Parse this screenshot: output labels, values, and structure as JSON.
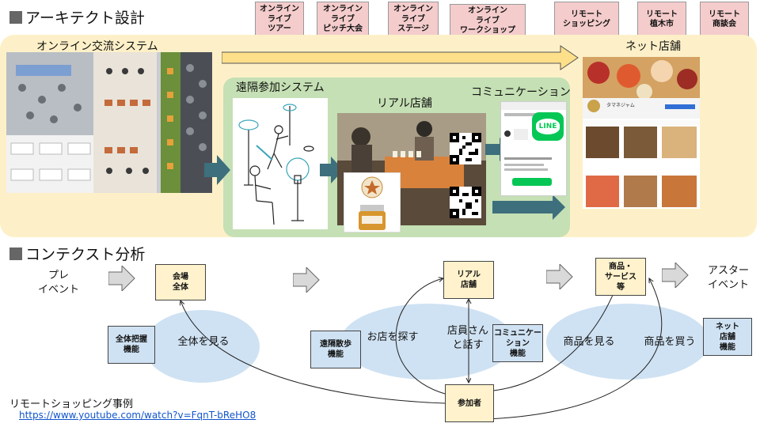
{
  "architecture": {
    "title": "アーキテクト設計",
    "top_labels": [
      "オンライン\nライブ\nツアー",
      "オンライン\nライブ\nピッチ大会",
      "オンライン\nライブ\nステージ",
      "オンライン\nライブ\nワークショップ",
      "リモート\nショッピング",
      "リモート\n植木市",
      "リモート\n商談会"
    ],
    "online_system": "オンライン交流システム",
    "remote_system": "遠隔参加システム",
    "real_store": "リアル店舗",
    "communication": "コミュニケーション",
    "net_store": "ネット店舗",
    "line_label": "LINE",
    "store_name": "タマネジャム",
    "colors": {
      "yellow_panel": "#fdf0c8",
      "green_panel": "#c5e0b4",
      "arrow_teal": "#3d6f7d",
      "pink_label": "#f4cccc"
    }
  },
  "context": {
    "title": "コンテクスト分析",
    "pre_event": "プレ\nイベント",
    "after_event": "アスター\nイベント",
    "nodes": {
      "venue": "会場\n全体",
      "real_store": "リアル\n店舗",
      "product": "商品・\nサービス\n等",
      "participant": "参加者"
    },
    "functions": {
      "overview": "全体把握\n機能",
      "remote_walk": "遠隔散歩\n機能",
      "communication": "コミュニケー\nション\n機能",
      "net_store": "ネット\n店舗\n機能"
    },
    "actions": {
      "see_all": "全体を見る",
      "find_store": "お店を探す",
      "talk_staff": "店員さん\nと話す",
      "see_product": "商品を見る",
      "buy_product": "商品を買う"
    },
    "colors": {
      "yellow_box": "#fff2cc",
      "blue_box": "#cfe2f3"
    }
  },
  "footer": {
    "case_label": "リモートショッピング事例",
    "url": "https://www.youtube.com/watch?v=FqnT-bReHO8"
  }
}
